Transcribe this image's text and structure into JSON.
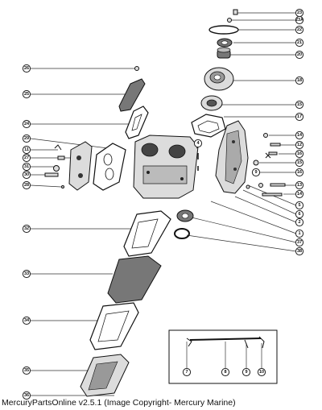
{
  "caption": "MercuryPartsOnline v2.5.1 (Image Copyright- Mercury Marine)",
  "callouts": {
    "c23": "23",
    "c23a": "23A",
    "c22": "22",
    "c21": "21",
    "c20": "20",
    "c18": "18",
    "c15": "15",
    "c17": "17",
    "c14a": "14",
    "c12": "12",
    "c16a": "16",
    "c15b": "15",
    "c16b": "16",
    "c9": "9",
    "c13": "13",
    "c14b": "14",
    "c5": "5",
    "c6": "6",
    "c2": "2",
    "c1": "1",
    "c37": "37",
    "c38": "38",
    "c26": "26",
    "c25": "25",
    "c24": "24",
    "c29": "29",
    "c11": "11",
    "c27": "27",
    "c31": "31",
    "c30": "30",
    "c28": "28",
    "c4": "4",
    "c32": "32",
    "c33": "33",
    "c34": "34",
    "c35": "35",
    "c36": "36",
    "c7": "7",
    "c8": "8",
    "c9b": "9",
    "c10": "10"
  }
}
